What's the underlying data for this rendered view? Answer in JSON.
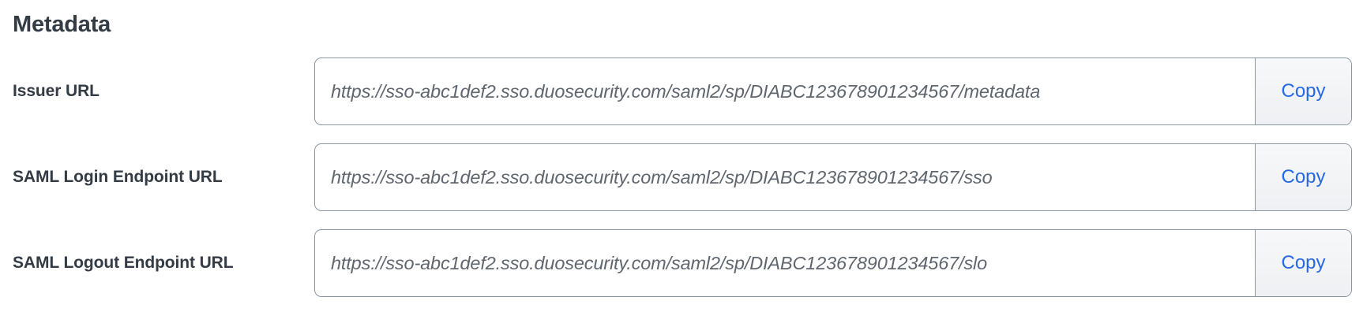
{
  "section": {
    "title": "Metadata"
  },
  "fields": [
    {
      "label": "Issuer URL",
      "value": "https://sso-abc1def2.sso.duosecurity.com/saml2/sp/DIABC123678901234567/metadata",
      "copy_label": "Copy"
    },
    {
      "label": "SAML Login Endpoint URL",
      "value": "https://sso-abc1def2.sso.duosecurity.com/saml2/sp/DIABC123678901234567/sso",
      "copy_label": "Copy"
    },
    {
      "label": "SAML Logout Endpoint URL",
      "value": "https://sso-abc1def2.sso.duosecurity.com/saml2/sp/DIABC123678901234567/slo",
      "copy_label": "Copy"
    }
  ],
  "colors": {
    "text_primary": "#333b44",
    "input_text": "#5f666e",
    "border": "#8b96a3",
    "link_blue": "#2568e8",
    "button_bg": "#f2f4f6",
    "background": "#ffffff"
  }
}
